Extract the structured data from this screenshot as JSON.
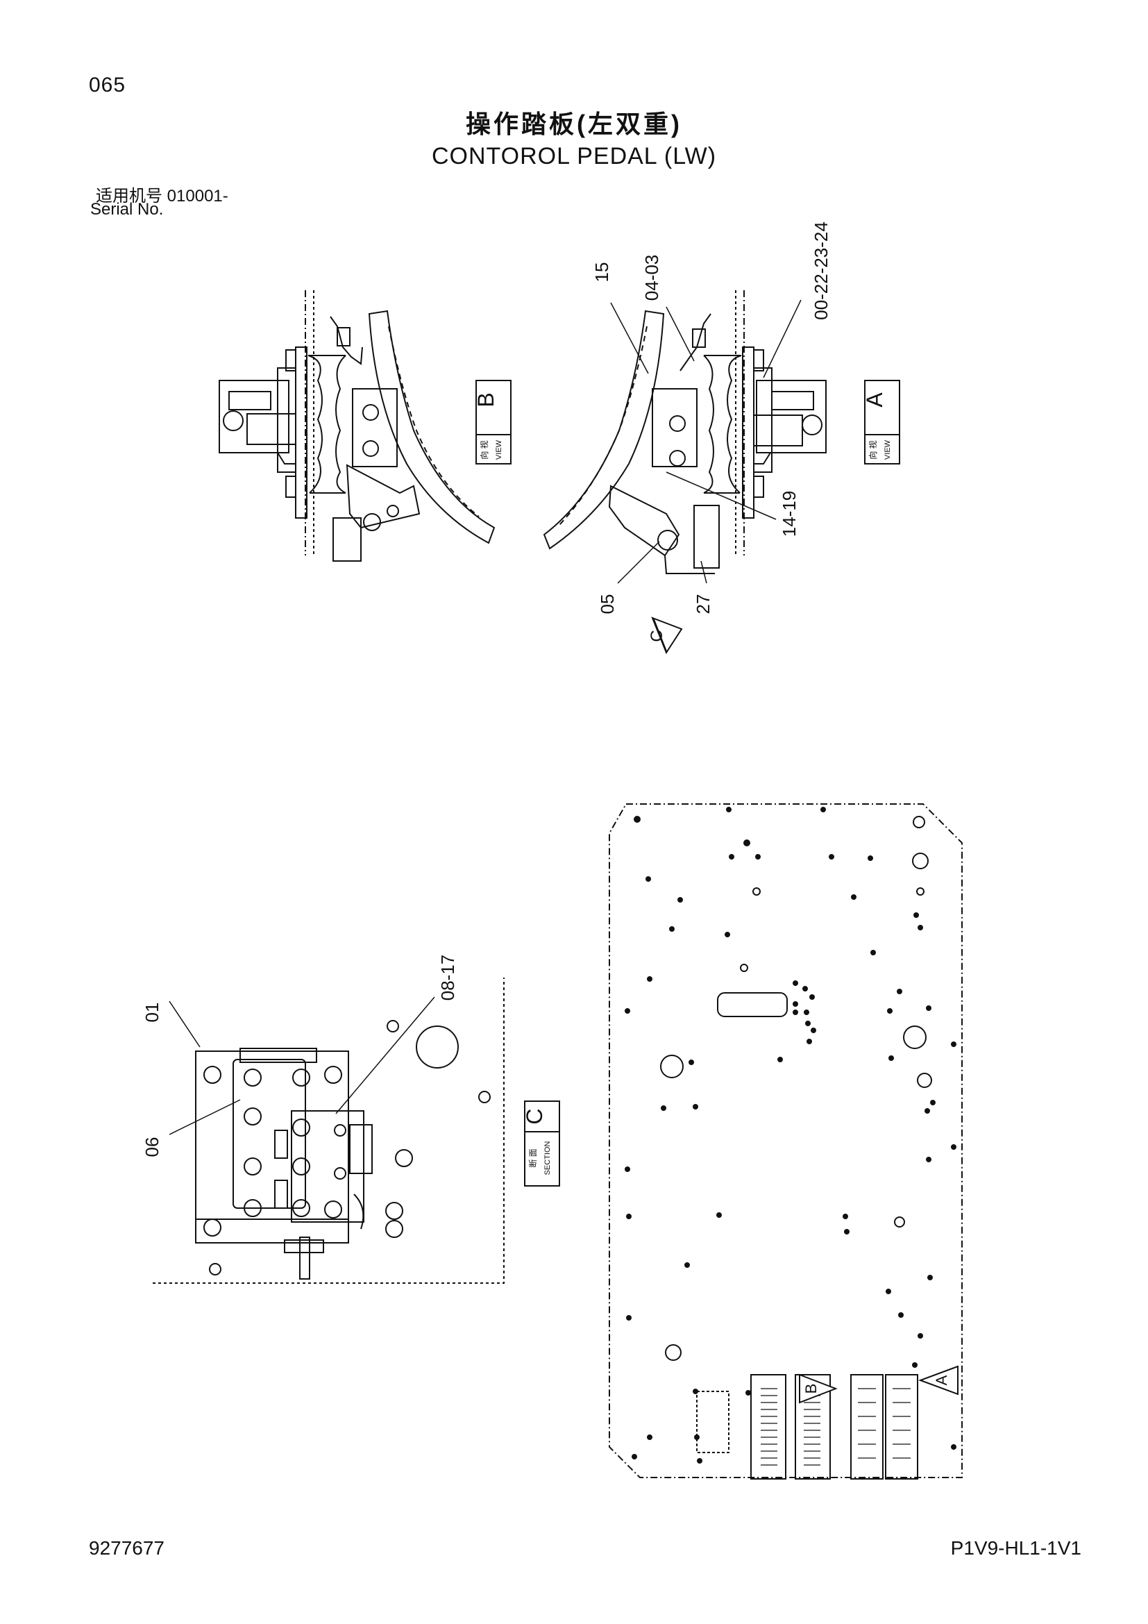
{
  "header": {
    "page_number": "065",
    "title_cn": "操作踏板(左双重)",
    "title_en": "CONTOROL PEDAL (LW)",
    "serial_label_cn": "适用机号",
    "serial_value": "010001-",
    "serial_label_en": "Serial No."
  },
  "view_b": {
    "letter": "B",
    "cn": "向 视",
    "en": "VIEW"
  },
  "view_a": {
    "letter": "A",
    "cn": "向 视",
    "en": "VIEW",
    "callouts": {
      "c15": "15",
      "c04_03": "04-03",
      "c00_24": "00-22-23-24",
      "c14_19": "14-19",
      "c05": "05",
      "c27": "27",
      "arrow_c": "C"
    }
  },
  "section_c": {
    "letter": "C",
    "cn": "断 面",
    "en": "SECTION",
    "callouts": {
      "c01": "01",
      "c08_17": "08-17",
      "c06": "06"
    }
  },
  "floor_plate": {
    "arrow_b": "B",
    "arrow_a": "A"
  },
  "footer": {
    "doc_number": "9277677",
    "sheet_code": "P1V9-HL1-1V1"
  }
}
